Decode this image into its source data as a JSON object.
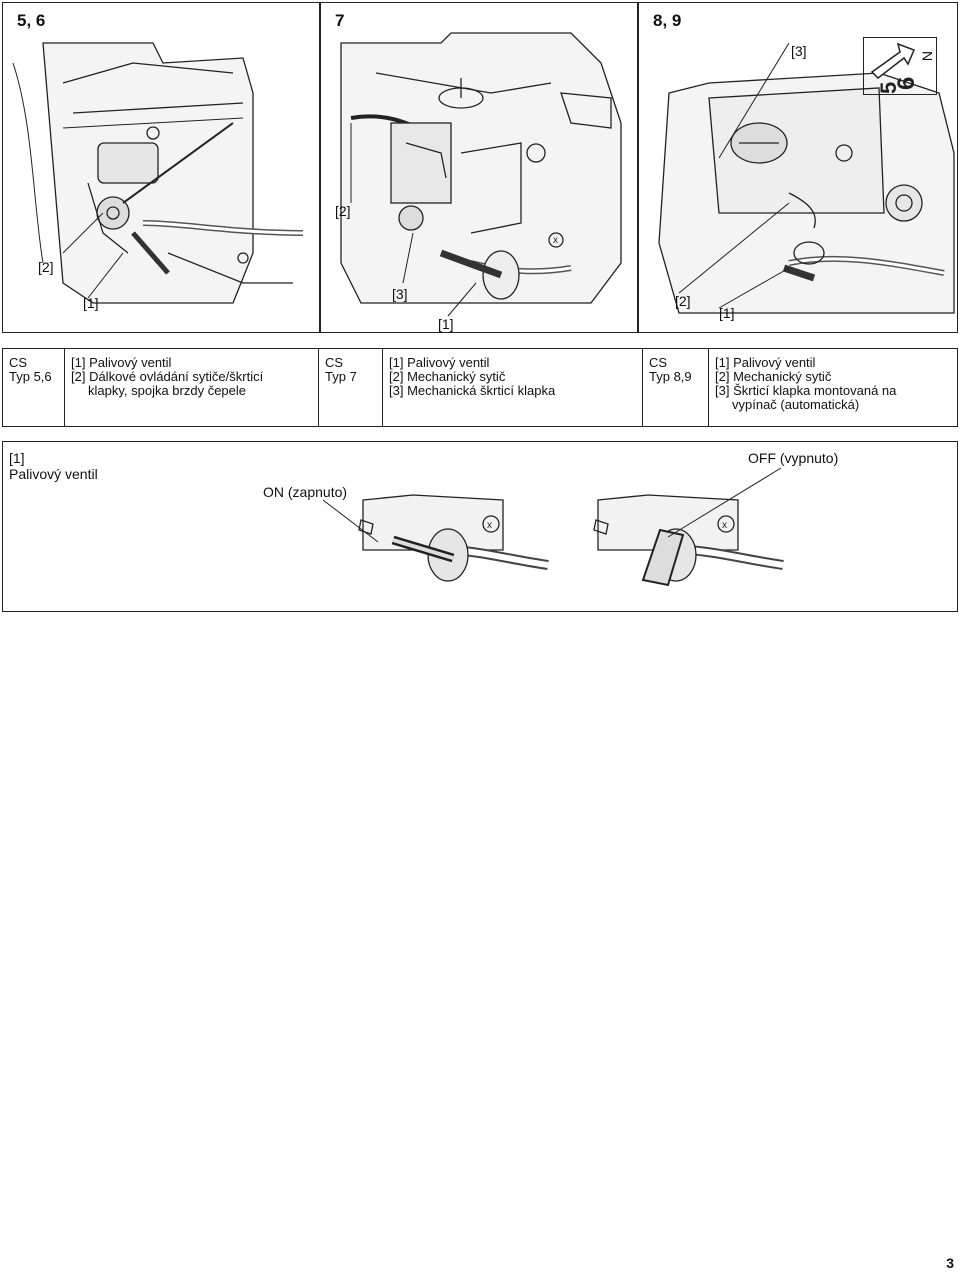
{
  "figures": [
    {
      "title": "5, 6",
      "callouts": [
        "[2]",
        "[1]"
      ]
    },
    {
      "title": "7",
      "callouts": [
        "[2]",
        "[3]",
        "[1]"
      ]
    },
    {
      "title": "8, 9",
      "callouts": [
        "[3]",
        "[2]",
        "[1]"
      ]
    }
  ],
  "decal": {
    "letter": "N"
  },
  "legend": [
    {
      "lang": "CS",
      "type": "Typ 5,6",
      "lines": [
        "[1] Palivový ventil",
        "[2] Dálkové ovládání sytiče/škrticí",
        "klapky, spojka brzdy čepele"
      ]
    },
    {
      "lang": "CS",
      "type": "Typ 7",
      "lines": [
        "[1] Palivový ventil",
        "[2] Mechanický sytič",
        "[3] Mechanická škrticí klapka"
      ]
    },
    {
      "lang": "CS",
      "type": "Typ 8,9",
      "lines": [
        "[1] Palivový ventil",
        "[2] Mechanický sytič",
        "[3] Škrticí klapka montovaná na",
        "vypínač (automatická)"
      ]
    }
  ],
  "valve": {
    "label_line1": "[1]",
    "label_line2": "Palivový ventil",
    "on_label": "ON (zapnuto)",
    "off_label": "OFF (vypnuto)",
    "mark": "x"
  },
  "page_number": "3"
}
